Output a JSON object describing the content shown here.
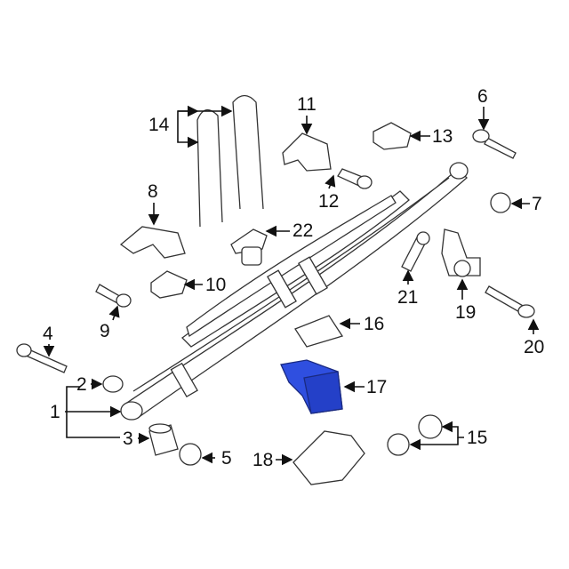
{
  "diagram": {
    "highlight_color": "#2f4fe0",
    "highlighted_part": "17",
    "callouts": [
      "1",
      "2",
      "3",
      "4",
      "5",
      "6",
      "7",
      "8",
      "9",
      "10",
      "11",
      "12",
      "13",
      "14",
      "15",
      "16",
      "17",
      "18",
      "19",
      "20",
      "21",
      "22"
    ]
  }
}
